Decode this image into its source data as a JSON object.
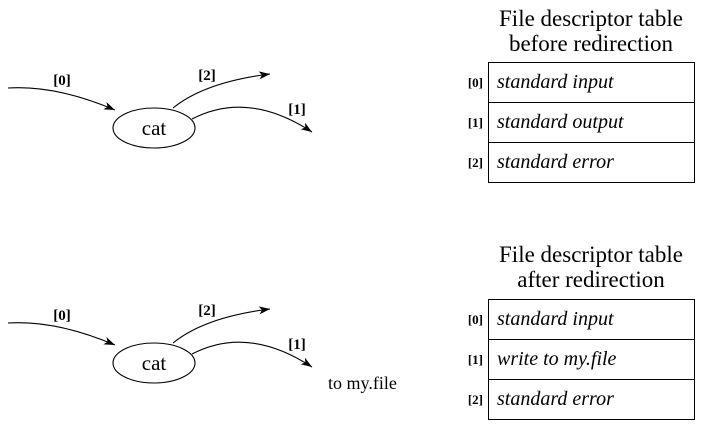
{
  "colors": {
    "ink": "#000000",
    "paper": "#ffffff"
  },
  "diagrams": {
    "before": {
      "process": "cat",
      "fd0": "[0]",
      "fd1": "[1]",
      "fd2": "[2]"
    },
    "after": {
      "process": "cat",
      "fd0": "[0]",
      "fd1": "[1]",
      "fd2": "[2]",
      "file_note": "to my.file"
    }
  },
  "tables": {
    "before": {
      "title_line1": "File descriptor table",
      "title_line2": "before redirection",
      "rows": [
        {
          "index": "[0]",
          "value": "standard input"
        },
        {
          "index": "[1]",
          "value": "standard output"
        },
        {
          "index": "[2]",
          "value": "standard error"
        }
      ]
    },
    "after": {
      "title_line1": "File descriptor table",
      "title_line2": "after redirection",
      "rows": [
        {
          "index": "[0]",
          "value": "standard input"
        },
        {
          "index": "[1]",
          "value": "write to my.file"
        },
        {
          "index": "[2]",
          "value": "standard error"
        }
      ]
    }
  }
}
